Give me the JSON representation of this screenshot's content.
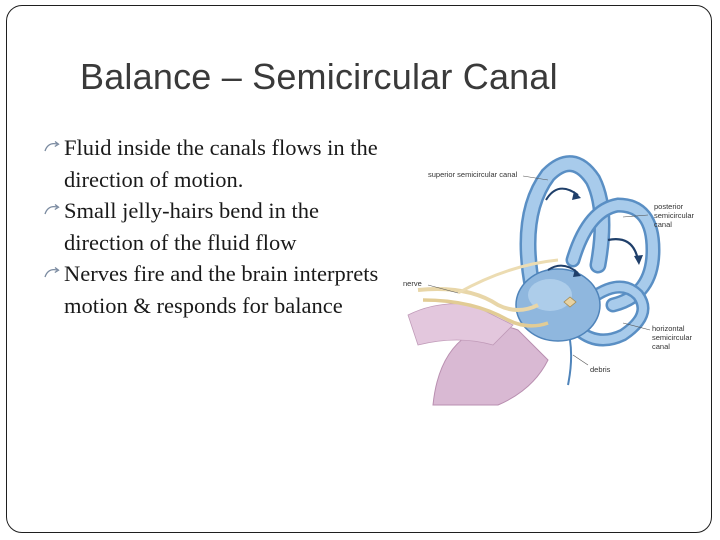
{
  "slide": {
    "title": "Balance – Semicircular Canal",
    "bullet_icon": "curved-arrow-bullet-icon",
    "bullets": [
      "Fluid inside the canals flows in the direction of motion.",
      "Small jelly-hairs bend in the direction of the fluid flow",
      "Nerves fire and the brain interprets motion & responds for balance"
    ]
  },
  "figure": {
    "labels": {
      "superior": "superior semicircular canal",
      "posterior_1": "posterior",
      "posterior_2": "semicircular",
      "posterior_3": "canal",
      "nerve": "nerve",
      "horizontal_1": "horizontal",
      "horizontal_2": "semicircular",
      "horizontal_3": "canal",
      "debris": "debris"
    },
    "colors": {
      "canal": "#9fc3e6",
      "canal_dark": "#5a8fc4",
      "nerve": "#e8d6a8",
      "tissue": "#d9b9d3",
      "arrow": "#1f3f6a"
    }
  }
}
